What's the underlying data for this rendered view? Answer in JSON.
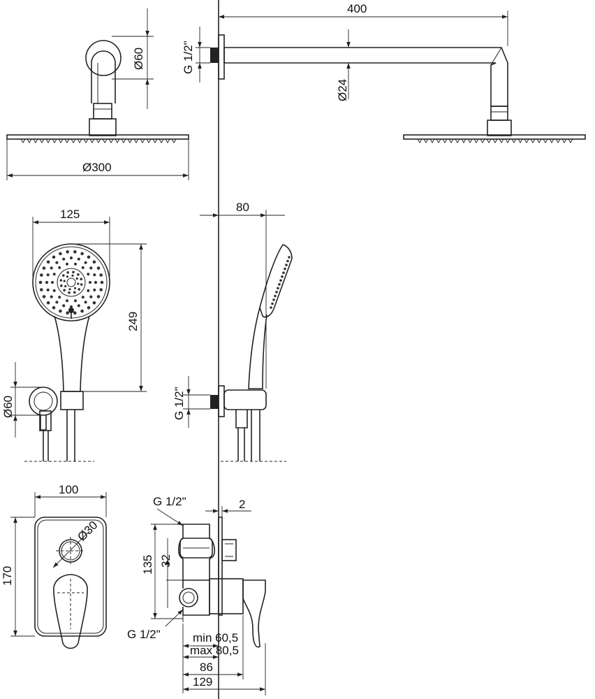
{
  "diagram": {
    "rain_shower_side": {
      "arm_length": "400",
      "arm_diameter": "Ø24",
      "connection_thread": "G 1/2\""
    },
    "rain_shower_front": {
      "rosette_diameter": "Ø60",
      "head_diameter": "Ø300"
    },
    "hand_shower_front": {
      "width": "125",
      "height": "249",
      "outlet_diameter": "Ø60"
    },
    "hand_shower_side": {
      "projection": "80",
      "connection_thread": "G 1/2\""
    },
    "mixer_cover_front": {
      "width": "100",
      "height": "170",
      "diverter_diameter": "Ø30"
    },
    "mixer_body_side": {
      "top_thread": "G 1/2\"",
      "cover_thickness": "2",
      "body_height": "135",
      "outlet_offset": "32",
      "bottom_thread": "G 1/2\"",
      "min_depth": "min 60,5",
      "max_depth": "max 80,5",
      "depth_86": "86",
      "depth_129": "129"
    }
  }
}
